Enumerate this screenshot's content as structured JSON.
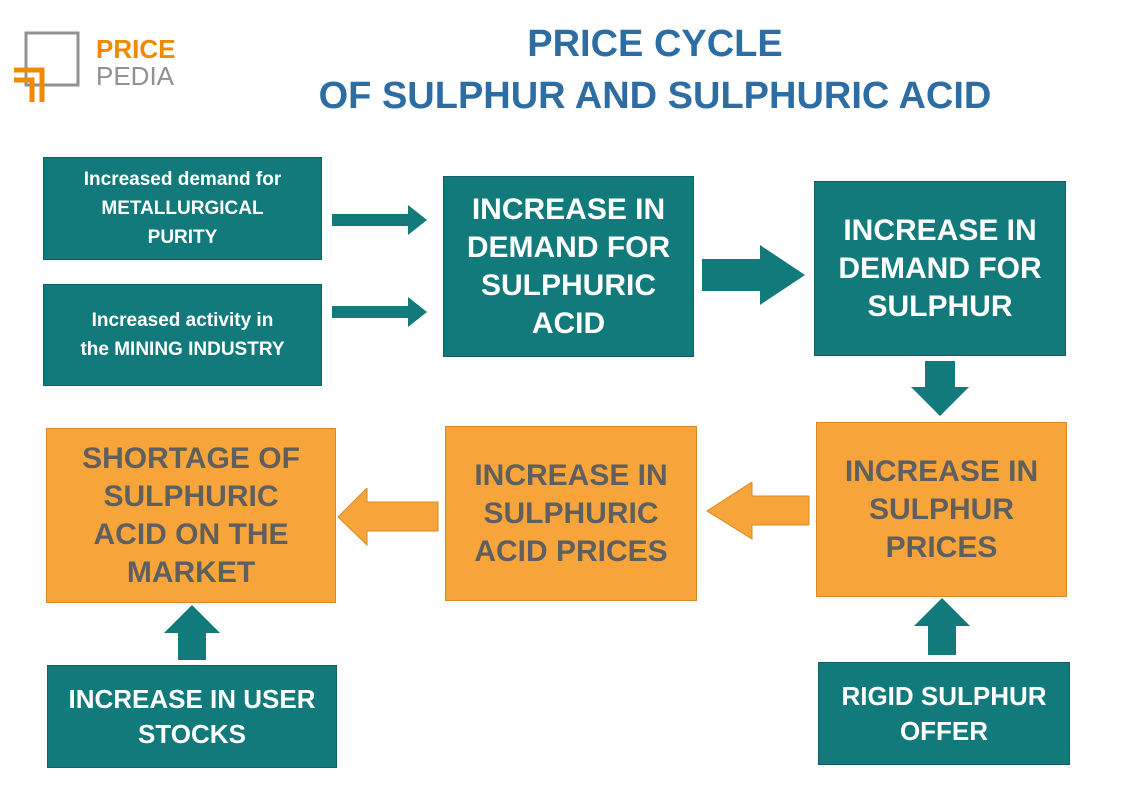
{
  "logo": {
    "line1": "PRICE",
    "line2": "PEDIA"
  },
  "title": {
    "line1": "PRICE CYCLE",
    "line2": "OF SULPHUR AND SULPHURIC ACID"
  },
  "boxes": {
    "metallurgical": "Increased demand for\nMETALLURGICAL\nPURITY",
    "mining": "Increased activity in\nthe MINING INDUSTRY",
    "demand_acid": "INCREASE IN\nDEMAND FOR\nSULPHURIC\nACID",
    "demand_sulphur": "INCREASE IN\nDEMAND FOR\nSULPHUR",
    "sulphur_prices": "INCREASE IN\nSULPHUR\nPRICES",
    "acid_prices": "INCREASE IN\nSULPHURIC\nACID PRICES",
    "shortage": "SHORTAGE OF\nSULPHURIC\nACID ON THE\nMARKET",
    "user_stocks": "INCREASE IN USER\nSTOCKS",
    "rigid_offer": "RIGID SULPHUR\nOFFER"
  },
  "colors": {
    "teal": "#127a7a",
    "orange": "#f7a53b",
    "title_blue": "#2e6da4",
    "gray_text": "#5f5f5f",
    "logo_orange": "#f08a00",
    "logo_gray": "#8f9193"
  },
  "arrows": [
    {
      "name": "metallurgical-to-demand-acid-arrow",
      "direction": "right",
      "color": "teal"
    },
    {
      "name": "mining-to-demand-acid-arrow",
      "direction": "right",
      "color": "teal"
    },
    {
      "name": "demand-acid-to-demand-sulphur-arrow",
      "direction": "right",
      "color": "teal"
    },
    {
      "name": "demand-sulphur-to-sulphur-prices-arrow",
      "direction": "down",
      "color": "teal"
    },
    {
      "name": "sulphur-prices-to-acid-prices-arrow",
      "direction": "left",
      "color": "orange"
    },
    {
      "name": "acid-prices-to-shortage-arrow",
      "direction": "left",
      "color": "orange"
    },
    {
      "name": "user-stocks-to-shortage-arrow",
      "direction": "up",
      "color": "teal"
    },
    {
      "name": "rigid-offer-to-sulphur-prices-arrow",
      "direction": "up",
      "color": "teal"
    }
  ]
}
